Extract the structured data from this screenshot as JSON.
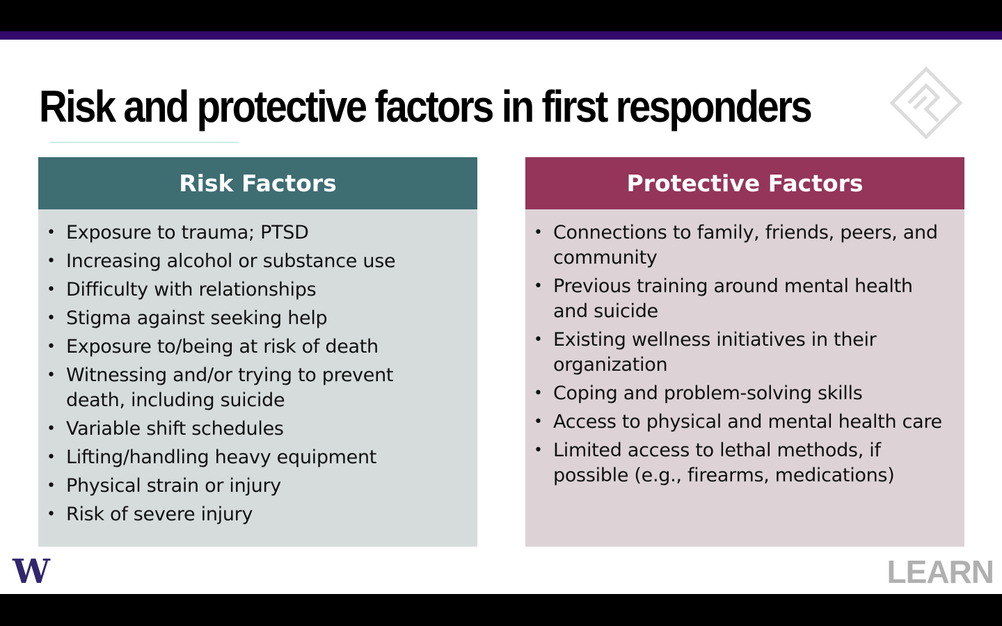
{
  "slide": {
    "title": "Risk and protective factors in first responders",
    "colors": {
      "purple_band": "#33096b",
      "risk_header": "#3e6d72",
      "risk_body": "#d6dcdc",
      "protective_header": "#943559",
      "protective_body": "#ddd3d7",
      "uw_purple": "#32266e"
    },
    "risk": {
      "header": "Risk Factors",
      "items": [
        "Exposure to trauma; PTSD",
        "Increasing alcohol or substance use",
        "Difficulty with relationships",
        "Stigma against seeking help",
        "Exposure to/being at risk of death",
        "Witnessing and/or trying to prevent death, including suicide",
        "Variable shift schedules",
        "Lifting/handling heavy equipment",
        "Physical strain or injury",
        "Risk of severe injury"
      ]
    },
    "protective": {
      "header": "Protective Factors",
      "items": [
        "Connections to family, friends, peers, and community",
        "Previous training around mental health and suicide",
        "Existing wellness initiatives in their organization",
        "Coping and problem-solving skills",
        "Access to physical and mental health care",
        "Limited access to lethal methods, if possible (e.g., firearms, medications)"
      ]
    },
    "footer": {
      "left_logo": "W",
      "right_logo": "LEARN",
      "corner_icon": "diamond-logo-icon"
    }
  }
}
